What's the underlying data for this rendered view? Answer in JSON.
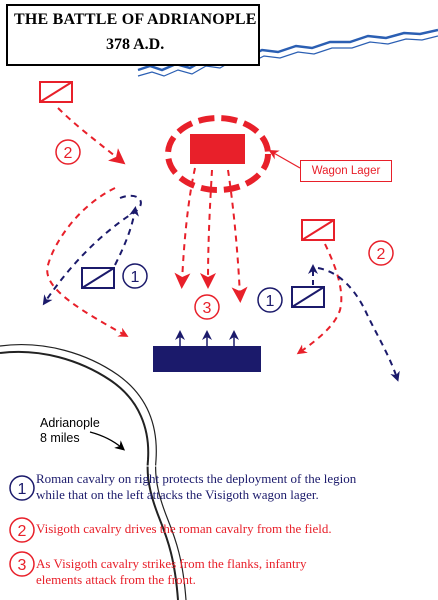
{
  "title": {
    "line1": "THE BATTLE OF ADRIANOPLE",
    "line2": "378 A.D."
  },
  "map": {
    "wagon_lager_label": "Wagon Lager",
    "city_label_line1": "Adrianople",
    "city_label_line2": "8 miles",
    "unit_numbers": [
      "1",
      "1",
      "2",
      "2",
      "3"
    ],
    "compass_icon": "compass-rose-icon",
    "colors": {
      "roman": "#1b1a6b",
      "visigoth": "#e8202a",
      "river": "#2b5fb3",
      "road": "#222222"
    }
  },
  "legend": [
    {
      "number": "1",
      "text_line1": "Roman cavalry on right protects the deployment of the legion",
      "text_line2": "while that on the left attacks the Visigoth wagon lager.",
      "color": "#1b1a6b"
    },
    {
      "number": "2",
      "text_line1": "Visigoth cavalry drives the roman cavalry from the field.",
      "text_line2": "",
      "color": "#e8202a"
    },
    {
      "number": "3",
      "text_line1": "As Visigoth cavalry strikes from the flanks, infantry",
      "text_line2": "elements attack from the front.",
      "color": "#e8202a"
    }
  ]
}
